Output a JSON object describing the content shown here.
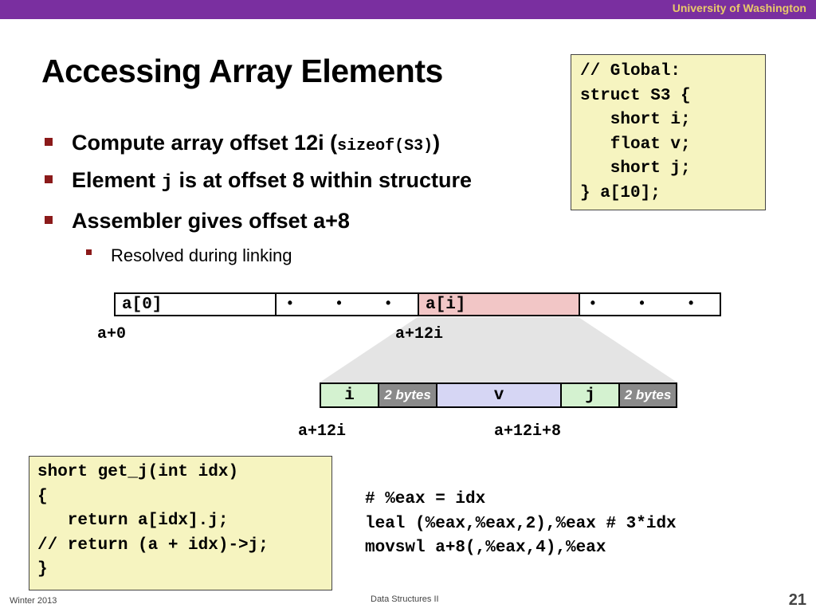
{
  "header": {
    "university": "University of Washington"
  },
  "title": "Accessing Array Elements",
  "bullets": [
    {
      "text_before": "Compute array offset 12i (",
      "code": "sizeof(S3)",
      "text_after": ")"
    },
    {
      "text_before": "Element ",
      "code": "j",
      "text_after": " is at offset 8 within structure"
    },
    {
      "text_before": "Assembler gives offset a+8",
      "code": "",
      "text_after": ""
    }
  ],
  "sub_bullet": "Resolved during linking",
  "struct_code": "// Global:\nstruct S3 {\n   short i;\n   float v;\n   short j;\n} a[10];",
  "array_diagram": {
    "cells": [
      "a[0]",
      "• • •",
      "a[i]",
      "• • •"
    ],
    "label_start": "a+0",
    "label_i": "a+12i"
  },
  "struct_diagram": {
    "cells": [
      "i",
      "2 bytes",
      "v",
      "j",
      "2 bytes"
    ],
    "label_start": "a+12i",
    "label_j": "a+12i+8"
  },
  "function_code": "short get_j(int idx)\n{\n   return a[idx].j;\n// return (a + idx)->j;\n}",
  "assembly": "# %eax = idx\nleal (%eax,%eax,2),%eax # 3*idx\nmovswl a+8(,%eax,4),%eax",
  "footer": {
    "course_term": "Winter 2013",
    "course_name": "Data Structures II",
    "page_number": "21"
  },
  "colors": {
    "top_bar": "#7a2fa0",
    "bullet": "#8b1a1a",
    "code_bg": "#f6f4c0",
    "highlight_cell": "#f2c6c6",
    "i_cell": "#d4f2d0",
    "v_cell": "#d6d6f4",
    "padding_cell": "#8a8a8a"
  }
}
